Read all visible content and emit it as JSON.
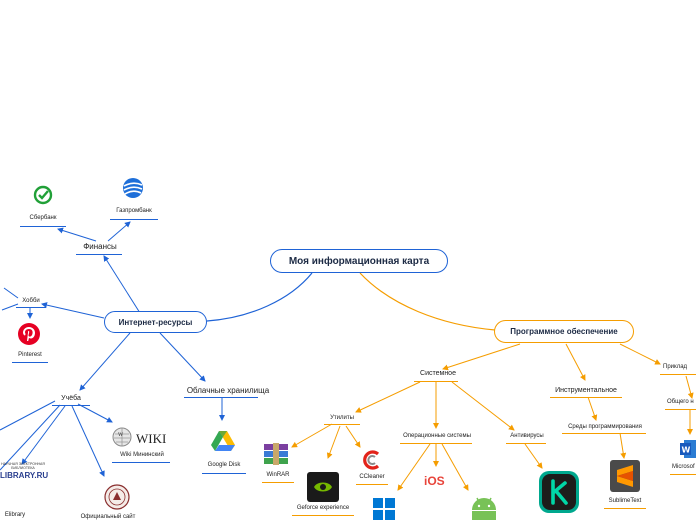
{
  "root": {
    "title": "Моя информационная карта"
  },
  "internet": {
    "title": "Интернет-ресурсы",
    "finance": {
      "label": "Финансы",
      "sber": "Сбербанк",
      "gazprom": "Газпромбанк"
    },
    "hobby": {
      "label": "Хобби",
      "pinterest": "Pinterest"
    },
    "study": {
      "label": "Учёба",
      "wiki": "Wiki Мининский",
      "wiki_logo": "WIKI",
      "elibrary": "Elibrary",
      "elibrary_logo_small": "НАУЧНАЯ ЭЛЕКТРОННАЯ БИБЛИОТЕКА",
      "elibrary_logo_big": "LIBRARY.RU",
      "official": "Официальный сайт"
    },
    "cloud": {
      "label": "Облачные хранилища",
      "gdisk": "Google Disk"
    }
  },
  "software": {
    "title": "Программное обеспечение",
    "system": {
      "label": "Системное",
      "utilities": "Утилиты",
      "winrar": "WinRAR",
      "geforce": "Geforce experience",
      "ccleaner": "CCleaner",
      "os": "Операционные системы",
      "ios": "iOS",
      "antivirus": "Антивирусы"
    },
    "instrumental": {
      "label": "Инструментальное",
      "ide": "Среды программирования",
      "sublime": "SublimeText"
    },
    "applied": {
      "label": "Приклад",
      "general": "Общего н",
      "msoffice": "Microsof"
    }
  },
  "colors": {
    "blue": "#1f63d6",
    "orange": "#f59d00",
    "root_border": "#1f63d6",
    "software_border": "#f59d00"
  }
}
